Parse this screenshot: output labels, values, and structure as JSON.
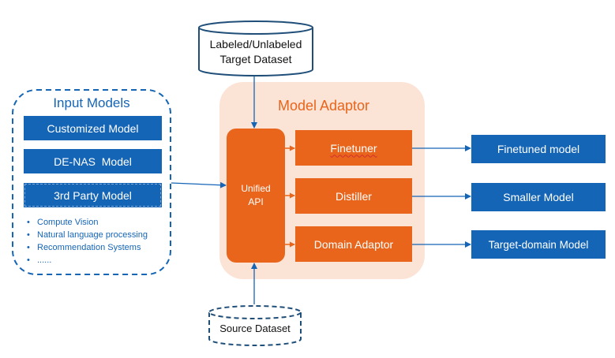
{
  "target_dataset": {
    "line1": "Labeled/Unlabeled",
    "line2": "Target Dataset"
  },
  "source_dataset": {
    "label": "Source Dataset"
  },
  "input_models": {
    "title": "Input Models",
    "models": [
      "Customized Model",
      "DE-NAS  Model",
      "3rd Party Model"
    ],
    "domains": [
      "Compute Vision",
      "Natural language processing",
      "Recommendation Systems",
      "......"
    ]
  },
  "model_adaptor": {
    "title": "Model Adaptor",
    "api": {
      "line1": "Unified",
      "line2": "API"
    },
    "components": [
      "Finetuner",
      "Distiller",
      "Domain Adaptor"
    ]
  },
  "outputs": [
    "Finetuned model",
    "Smaller Model",
    "Target-domain Model"
  ],
  "colors": {
    "blue": "#1565b7",
    "orange": "#e8651b",
    "adaptor_bg": "#fbe3d6",
    "arrow": "#1565b7"
  }
}
